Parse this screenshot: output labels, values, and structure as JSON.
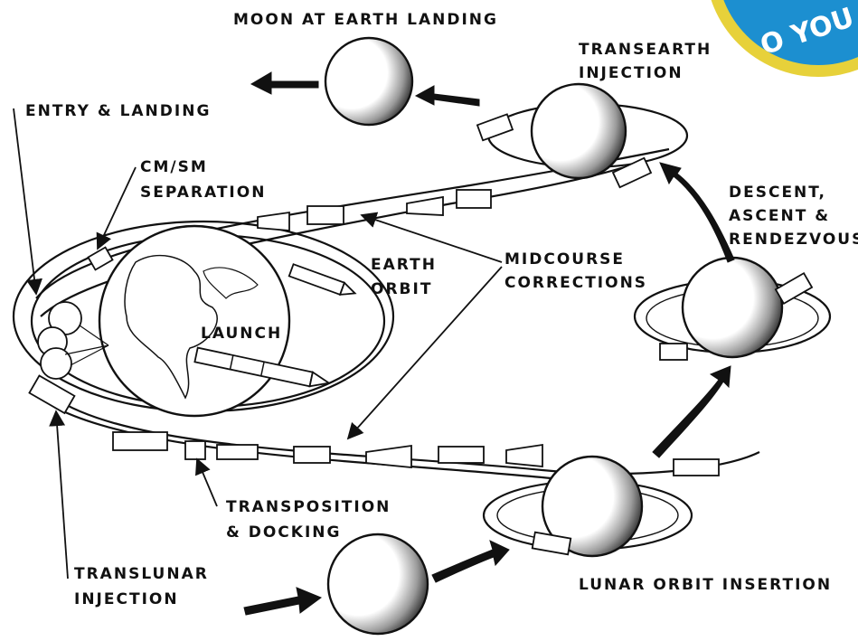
{
  "labels": {
    "moon_at_landing": "MOON AT EARTH LANDING",
    "transearth_1": "TRANSEARTH",
    "transearth_2": "INJECTION",
    "entry_landing": "ENTRY & LANDING",
    "cmsm_1": "CM/SM",
    "cmsm_2": "SEPARATION",
    "descent_1": "DESCENT,",
    "descent_2": "ASCENT &",
    "descent_3": "RENDEZVOUS",
    "earth_orbit_1": "EARTH",
    "earth_orbit_2": "ORBIT",
    "midcourse_1": "MIDCOURSE",
    "midcourse_2": "CORRECTIONS",
    "launch": "LAUNCH",
    "transposition_1": "TRANSPOSITION",
    "transposition_2": "& DOCKING",
    "translunar_1": "TRANSLUNAR",
    "translunar_2": "INJECTION",
    "lunar_orbit_insertion": "LUNAR ORBIT INSERTION"
  },
  "badge": {
    "text": "O YOU",
    "color": "#1c8fd0",
    "ring": "#e7d13a"
  }
}
